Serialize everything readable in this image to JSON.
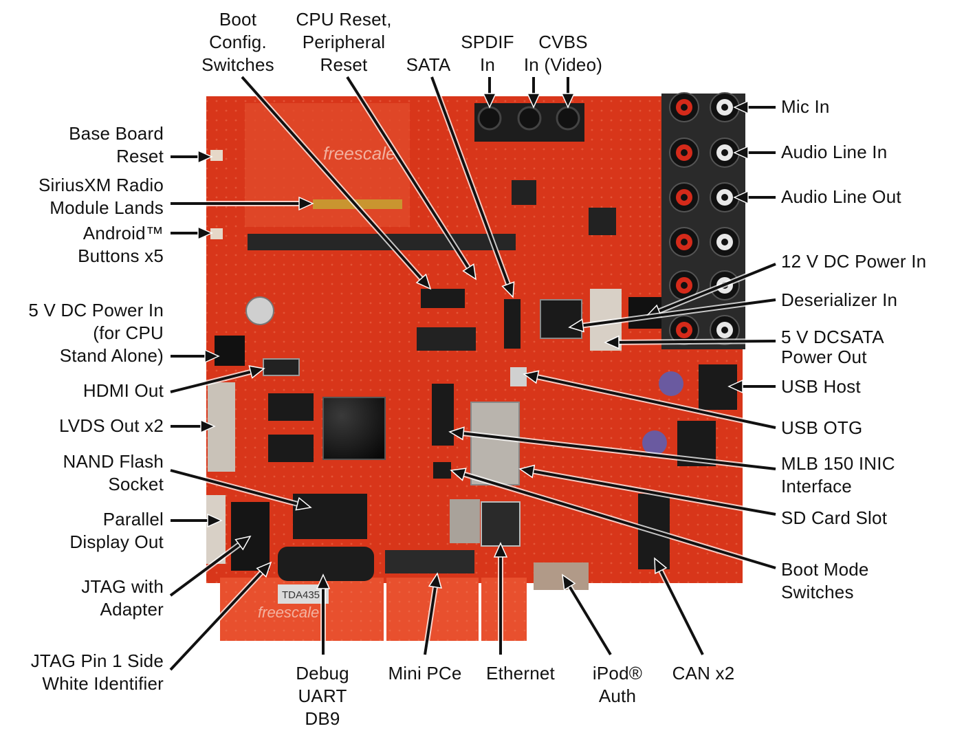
{
  "board": {
    "brand_top": "freescale",
    "brand_bottom": "freescale",
    "chip_marking": "TDA435"
  },
  "labels": {
    "base_board_reset": [
      "Base Board",
      "Reset"
    ],
    "siriusxm": [
      "SiriusXM Radio",
      "Module Lands"
    ],
    "android_buttons": [
      "Android™",
      "Buttons x5"
    ],
    "dc5v_power_in": [
      "5 V DC Power In",
      "(for CPU",
      "Stand Alone)"
    ],
    "hdmi_out": [
      "HDMI Out"
    ],
    "lvds_out": [
      "LVDS Out x2"
    ],
    "nand_flash": [
      "NAND Flash",
      "Socket"
    ],
    "parallel_display": [
      "Parallel",
      "Display Out"
    ],
    "jtag_adapter": [
      "JTAG with",
      "Adapter"
    ],
    "jtag_pin1": [
      "JTAG Pin 1 Side",
      "White Identifier"
    ],
    "boot_config": [
      "Boot",
      "Config.",
      "Switches"
    ],
    "cpu_reset": [
      "CPU Reset,",
      "Peripheral",
      "Reset"
    ],
    "sata": [
      "SATA"
    ],
    "spdif_in": [
      "SPDIF",
      "In"
    ],
    "cvbs_in": [
      "CVBS",
      "In (Video)"
    ],
    "mic_in": [
      "Mic In"
    ],
    "audio_line_in": [
      "Audio Line In"
    ],
    "audio_line_out": [
      "Audio Line Out"
    ],
    "dc12v_power_in": [
      "12 V DC Power In"
    ],
    "deserializer_in": [
      "Deserializer In"
    ],
    "dcsata_power_out": [
      "5 V DCSATA",
      "Power Out"
    ],
    "usb_host": [
      "USB Host"
    ],
    "usb_otg": [
      "USB OTG"
    ],
    "mlb_interface": [
      "MLB 150 INIC",
      "Interface"
    ],
    "sd_card_slot": [
      "SD Card Slot"
    ],
    "boot_mode": [
      "Boot Mode",
      "Switches"
    ],
    "debug_uart": [
      "Debug",
      "UART",
      "DB9"
    ],
    "mini_pcie": [
      "Mini PCe"
    ],
    "ethernet": [
      "Ethernet"
    ],
    "ipod_auth": [
      "iPod®",
      "Auth"
    ],
    "can": [
      "CAN x2"
    ]
  },
  "colors": {
    "board": "#d8361a",
    "board_dark": "#a92412",
    "daughter_board": "#e8502e",
    "connector_black": "#1b1b1b",
    "jack_red": "#d42a1a",
    "arrow": "#111111"
  }
}
